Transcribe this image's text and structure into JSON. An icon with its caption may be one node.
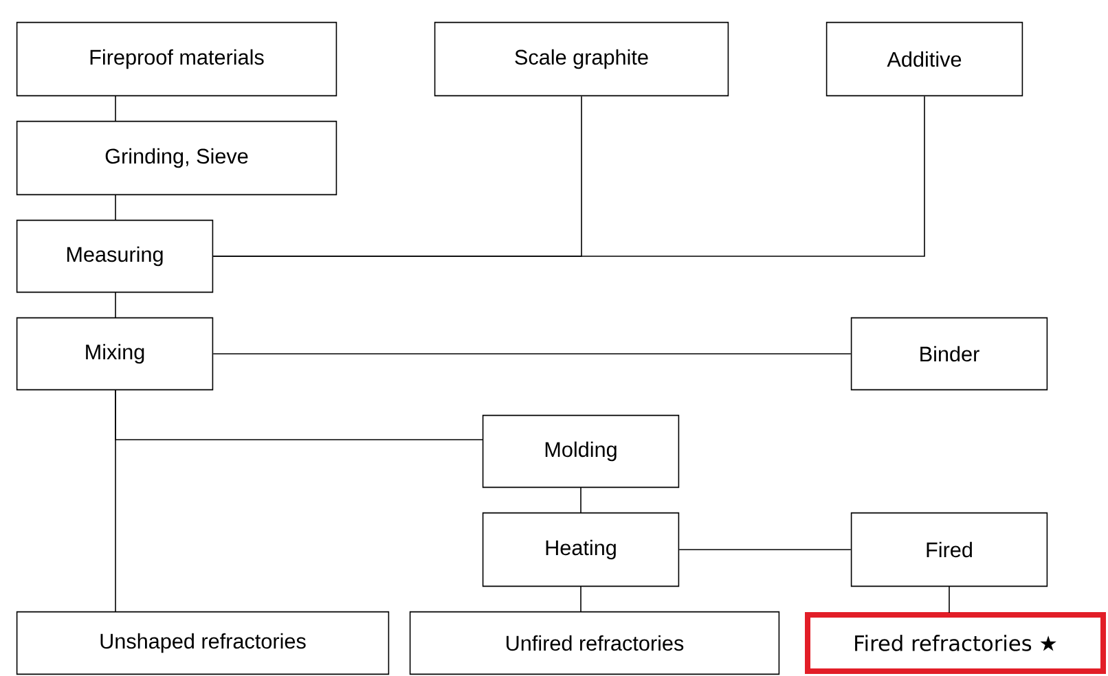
{
  "diagram": {
    "nodes": [
      {
        "text": [
          "Fireproof materials"
        ]
      },
      {
        "text": [
          "Scale graphite"
        ]
      },
      {
        "text": [
          "Additive"
        ]
      },
      {
        "text": [
          "Grinding, Sieve"
        ]
      },
      {
        "text": [
          "Measuring"
        ]
      },
      {
        "text": [
          "Mixing"
        ]
      },
      {
        "text": [
          "Binder"
        ]
      },
      {
        "text": [
          "Molding"
        ]
      },
      {
        "text": [
          "Heating"
        ]
      },
      {
        "text": [
          "Fired"
        ]
      },
      {
        "text": [
          "Unshaped refractories"
        ]
      },
      {
        "text": [
          "Unfired refractories"
        ]
      },
      {
        "text": [
          "Fired refractories ★"
        ]
      }
    ],
    "edges": [
      {
        "from": 0,
        "to": 3,
        "arrow": "none"
      },
      {
        "from": 3,
        "to": 4,
        "arrow": "none"
      },
      {
        "from": 4,
        "to": 1,
        "arrow": "none"
      },
      {
        "from": 4,
        "to": 2,
        "arrow": "none"
      },
      {
        "from": 4,
        "to": 5,
        "arrow": "none"
      },
      {
        "from": 5,
        "to": 6,
        "arrow": "none"
      },
      {
        "from": 5,
        "to": 10,
        "arrow": "none"
      },
      {
        "from": 5,
        "to": 7,
        "arrow": "none"
      },
      {
        "from": 7,
        "to": 8,
        "arrow": "none"
      },
      {
        "from": 8,
        "to": 11,
        "arrow": "none"
      },
      {
        "from": 8,
        "to": 9,
        "arrow": "none"
      },
      {
        "from": 9,
        "to": 12,
        "arrow": "none"
      }
    ]
  }
}
